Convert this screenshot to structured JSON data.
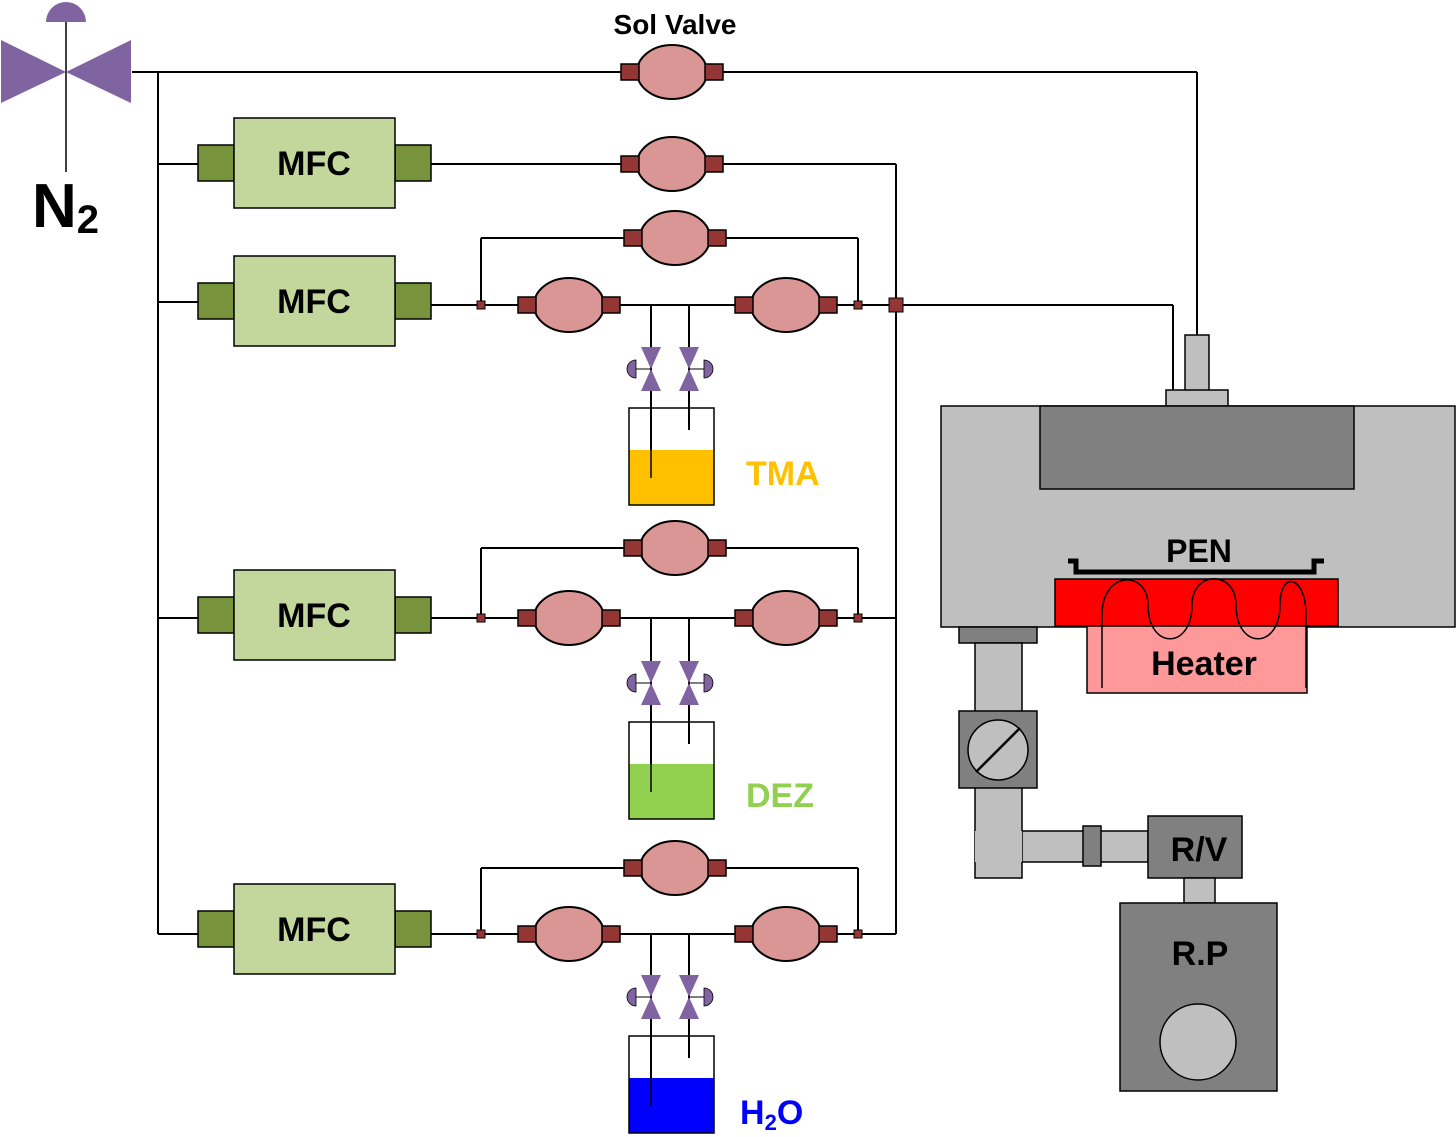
{
  "labels": {
    "sol_valve": "Sol Valve",
    "n2_main": "N",
    "n2_sub": "2",
    "mfc": [
      "MFC",
      "MFC",
      "MFC",
      "MFC"
    ],
    "tma": "TMA",
    "dez": "DEZ",
    "h2o_main": "H",
    "h2o_sub": "2",
    "h2o_tail": "O",
    "pen": "PEN",
    "heater": "Heater",
    "rv": "R/V",
    "rp": "R.P"
  },
  "colors": {
    "valve_fill": "#d99694",
    "valve_port": "#943634",
    "mfc_body": "#c3d69b",
    "mfc_port": "#77933c",
    "manual_valve": "#8064a2",
    "tma_liquid": "#ffc000",
    "dez_liquid": "#92d050",
    "h2o_liquid": "#0000ff",
    "tma_text": "#ffc000",
    "dez_text": "#92d050",
    "h2o_text": "#0000ff",
    "chamber": "#bfbfbf",
    "chamber_lid": "#808080",
    "heater_top": "#ff0000",
    "heater_body": "#ff9999",
    "pump": "#808080"
  }
}
